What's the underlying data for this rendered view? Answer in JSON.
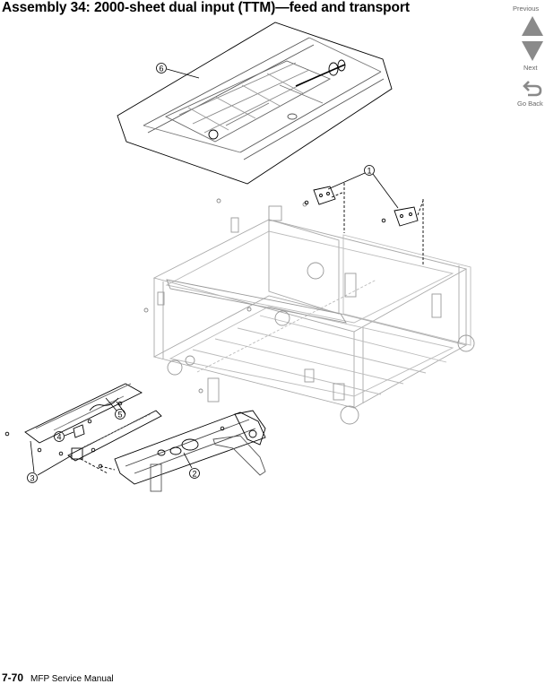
{
  "page": {
    "title": "Assembly 34:  2000-sheet dual input (TTM)—feed and transport",
    "page_number": "7-70",
    "manual_name": "MFP Service Manual"
  },
  "nav": {
    "previous_label": "Previous",
    "next_label": "Next",
    "go_back_label": "Go Back",
    "arrow_color": "#8a8a8a"
  },
  "diagram": {
    "callouts": [
      "1",
      "2",
      "3",
      "4",
      "5",
      "6"
    ]
  }
}
